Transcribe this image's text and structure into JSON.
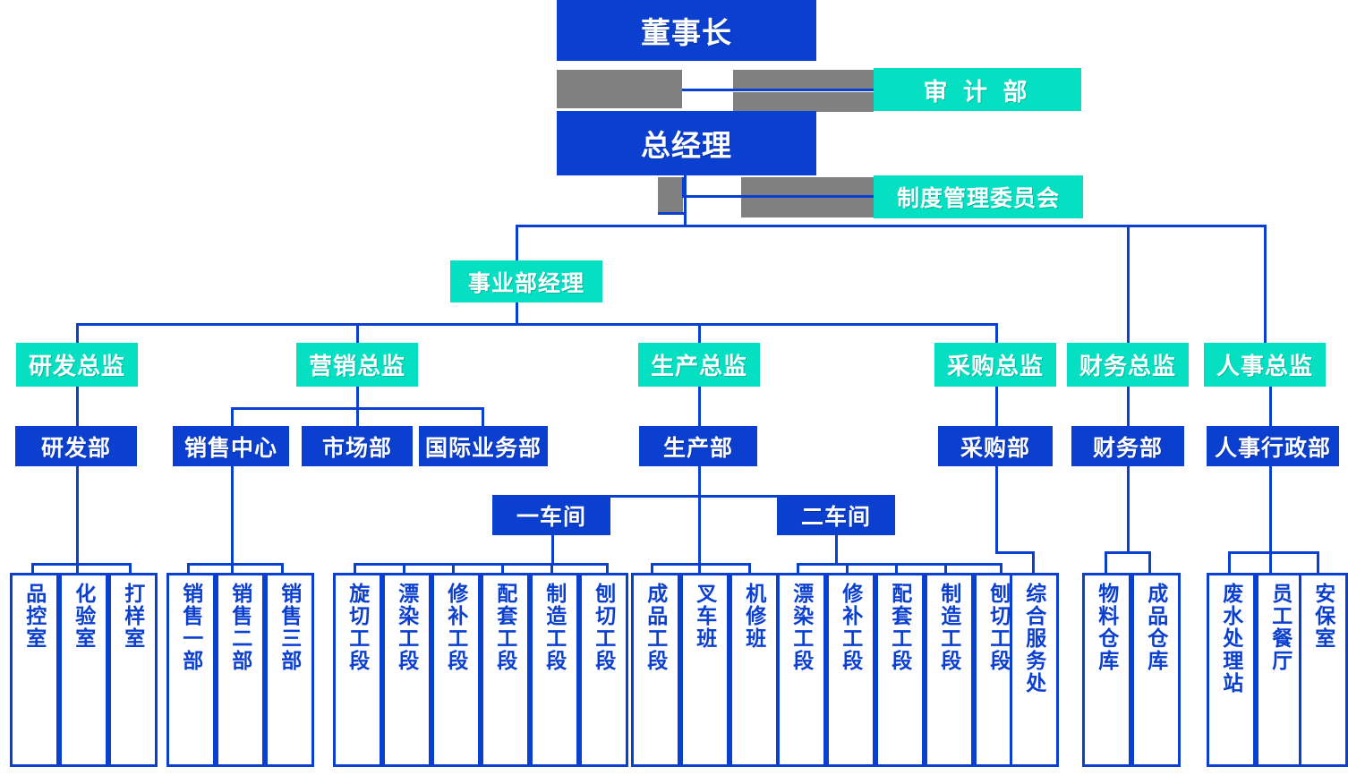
{
  "chart_title": "",
  "colors": {
    "blue": "#0b3fcf",
    "teal": "#05dfc2",
    "gray": "#808080",
    "white": "#ffffff"
  },
  "top": {
    "chairman": "董事长",
    "general_manager": "总经理",
    "audit_dept": "审 计 部",
    "system_committee": "制度管理委员会"
  },
  "division": {
    "division_manager": "事业部经理"
  },
  "directors": [
    {
      "label": "研发总监"
    },
    {
      "label": "营销总监"
    },
    {
      "label": "生产总监"
    },
    {
      "label": "采购总监"
    },
    {
      "label": "财务总监"
    },
    {
      "label": "人事总监"
    }
  ],
  "departments": [
    {
      "label": "研发部"
    },
    {
      "label": "销售中心"
    },
    {
      "label": "市场部"
    },
    {
      "label": "国际业务部"
    },
    {
      "label": "生产部"
    },
    {
      "label": "采购部"
    },
    {
      "label": "财务部"
    },
    {
      "label": "人事行政部"
    }
  ],
  "workshops": [
    {
      "label": "一车间"
    },
    {
      "label": "二车间"
    }
  ],
  "units": {
    "rnd": [
      "品控室",
      "化验室",
      "打样室"
    ],
    "sales": [
      "销售一部",
      "销售二部",
      "销售三部"
    ],
    "workshop1": [
      "旋切工段",
      "漂染工段",
      "修补工段",
      "配套工段",
      "制造工段",
      "刨切工段"
    ],
    "production_direct": [
      "成品工段",
      "叉车班",
      "机修班"
    ],
    "workshop2": [
      "漂染工段",
      "修补工段",
      "配套工段",
      "制造工段",
      "刨切工段"
    ],
    "purchase_extra": [
      "综合服务处"
    ],
    "finance": [
      "物料仓库",
      "成品仓库"
    ],
    "hr": [
      "废水处理站",
      "员工餐厅",
      "安保室"
    ]
  }
}
